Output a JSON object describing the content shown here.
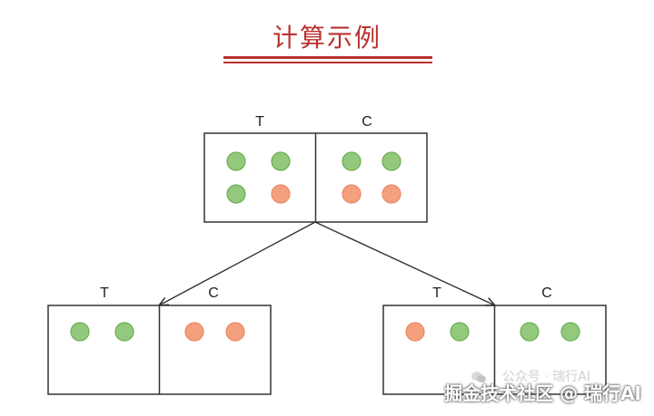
{
  "title": "计算示例",
  "labels": {
    "t": "T",
    "c": "C"
  },
  "colors": {
    "green": "#93c97c",
    "orange": "#f4a07e",
    "title": "#b8322f"
  },
  "groups": {
    "root": {
      "t": [
        "green",
        "green",
        "green",
        "orange"
      ],
      "c": [
        "green",
        "green",
        "orange",
        "orange"
      ]
    },
    "left": {
      "t": [
        "green",
        "green"
      ],
      "c": [
        "orange",
        "orange"
      ]
    },
    "right": {
      "t": [
        "orange",
        "green"
      ],
      "c": [
        "green",
        "green"
      ]
    }
  },
  "watermark": {
    "main": "掘金技术社区 @ 瑞行AI",
    "sub": "公众号 · 瑞行AI"
  }
}
